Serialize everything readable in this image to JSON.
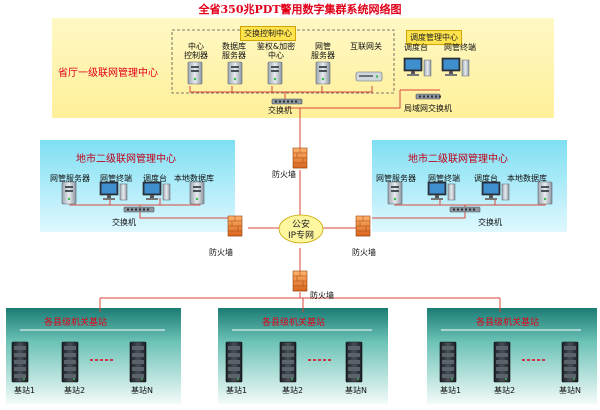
{
  "title": "全省350兆PDT警用数字集群系统网络图",
  "provincial": {
    "label": "省厅一级联网管理中心",
    "switch_center": {
      "title": "交换控制中心",
      "items": [
        {
          "label1": "中心",
          "label2": "控制器",
          "icon": "server-tower-icon"
        },
        {
          "label1": "数据库",
          "label2": "服务器",
          "icon": "server-tower-icon"
        },
        {
          "label1": "鉴权&加密",
          "label2": "中心",
          "icon": "server-tower-icon"
        },
        {
          "label1": "网管",
          "label2": "服务器",
          "icon": "server-tower-icon"
        },
        {
          "label1": "互联网关",
          "label2": "",
          "icon": "router-icon"
        }
      ],
      "switch_label": "交换机"
    },
    "dispatch_center": {
      "title": "调度管理中心",
      "items": [
        {
          "label": "调度台",
          "icon": "workstation-icon"
        },
        {
          "label": "网管终端",
          "icon": "workstation-icon"
        }
      ],
      "switch_label": "局域网交换机"
    }
  },
  "firewall_label": "防火墙",
  "city": {
    "title": "地市二级联网管理中心",
    "items": [
      "网管服务器",
      "网管终端",
      "调度台",
      "本地数据库"
    ],
    "switch_label": "交换机"
  },
  "police_net": {
    "line1": "公安",
    "line2": "IP专网"
  },
  "county": {
    "title": "各县级机关基站",
    "stations": [
      "基站1",
      "基站2",
      "基站N"
    ]
  },
  "colors": {
    "title_red": "#e2001a",
    "yellow_zone": "#fff6b0",
    "cyan_zone": "#9fe6f5",
    "teal_zone": "#1f8f86",
    "line_red": "#d9473a",
    "firewall": "#e8892f"
  }
}
